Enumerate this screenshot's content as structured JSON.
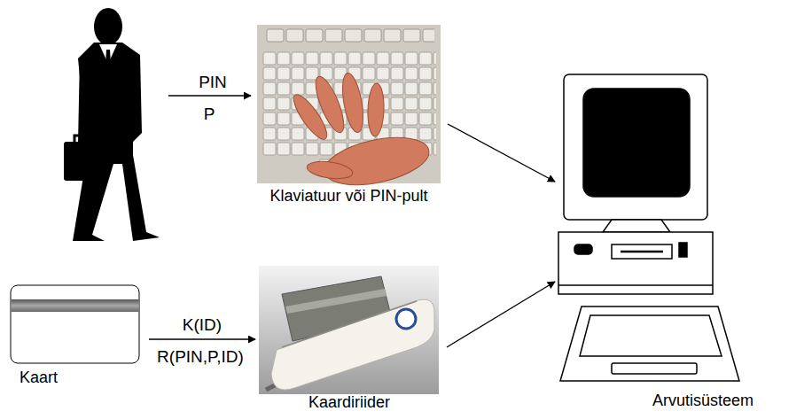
{
  "diagram": {
    "nodes": [
      {
        "text": [
          "Klaviatuur või PIN-pult"
        ]
      },
      {
        "text": [
          "Arvutisüsteem"
        ]
      },
      {
        "text": [
          "Kaart"
        ]
      },
      {
        "text": [
          "Kaardiriider"
        ]
      }
    ],
    "edges": [
      {
        "from": 0,
        "to": 1,
        "arrow": "to"
      },
      {
        "from": 3,
        "to": 1,
        "arrow": "to"
      },
      {
        "from": 2,
        "to": 3,
        "label": "K(ID)",
        "arrow": "to"
      }
    ],
    "labels": [
      "PIN",
      "P",
      "R(PIN,P,ID)"
    ]
  }
}
